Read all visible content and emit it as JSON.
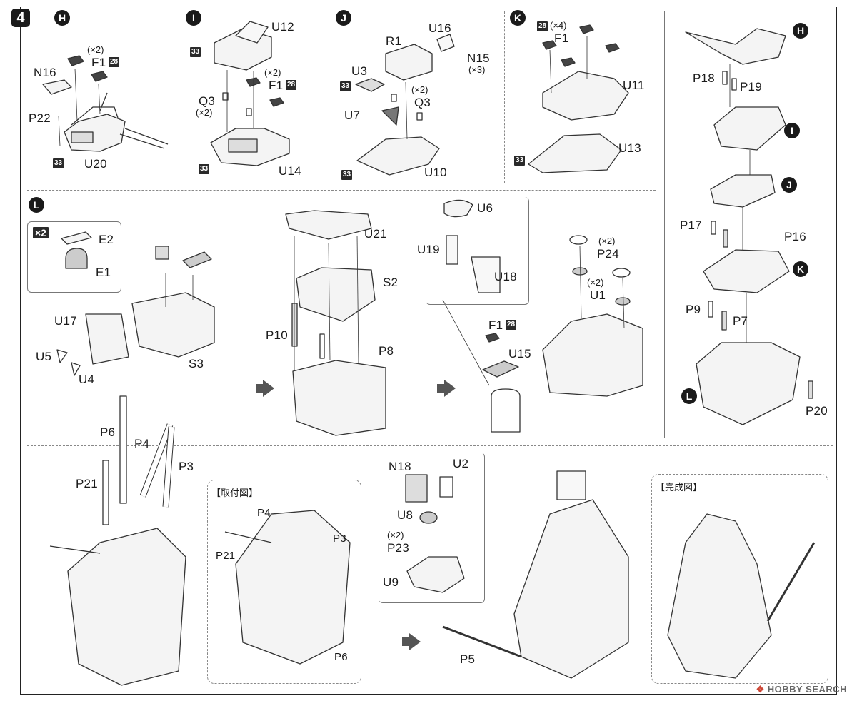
{
  "step_number": "4",
  "sections": {
    "H": {
      "marker": "H",
      "labels": {
        "n16": "N16",
        "f1": "F1",
        "f1_qty": "(×2)",
        "f1_badge": "28",
        "p22": "P22",
        "u20": "U20",
        "b33": "33"
      }
    },
    "I": {
      "marker": "I",
      "labels": {
        "u12": "U12",
        "q3": "Q3",
        "q3_qty": "(×2)",
        "f1": "F1",
        "f1_qty": "(×2)",
        "f1_badge": "28",
        "u14": "U14",
        "b33a": "33",
        "b33b": "33"
      }
    },
    "J": {
      "marker": "J",
      "labels": {
        "r1": "R1",
        "u16": "U16",
        "n15": "N15",
        "n15_qty": "(×3)",
        "u3": "U3",
        "q3": "Q3",
        "q3_qty": "(×2)",
        "u7": "U7",
        "u10": "U10",
        "b33a": "33",
        "b33b": "33"
      }
    },
    "K": {
      "marker": "K",
      "labels": {
        "k_badge": "28",
        "f1_qty": "(×4)",
        "f1": "F1",
        "u11": "U11",
        "u13": "U13",
        "b33": "33"
      }
    },
    "L": {
      "marker": "L",
      "x2": "×2",
      "labels": {
        "e2": "E2",
        "e1": "E1",
        "u17": "U17",
        "u5": "U5",
        "u4": "U4",
        "s3": "S3"
      }
    },
    "L_mast": {
      "labels": {
        "u21": "U21",
        "s2": "S2",
        "p10": "P10",
        "p8": "P8"
      }
    },
    "L_top": {
      "labels": {
        "u6": "U6",
        "u19": "U19",
        "u18": "U18",
        "f1": "F1",
        "f1_badge": "28",
        "u15": "U15",
        "p24": "P24",
        "p24_qty": "(×2)",
        "u1": "U1",
        "u1_qty": "(×2)"
      }
    },
    "right_column": {
      "labels": {
        "h": "H",
        "p18": "P18",
        "p19": "P19",
        "i": "I",
        "j": "J",
        "p17": "P17",
        "p16": "P16",
        "k": "K",
        "p9": "P9",
        "p7": "P7",
        "l": "L",
        "p20": "P20"
      }
    },
    "bottom_left": {
      "labels": {
        "p6": "P6",
        "p4": "P4",
        "p3": "P3",
        "p21": "P21"
      }
    },
    "mount_view": {
      "title": "【取付図】",
      "labels": {
        "p4": "P4",
        "p3": "P3",
        "p21": "P21",
        "p6": "P6"
      }
    },
    "bottom_mid": {
      "labels": {
        "n18": "N18",
        "u2": "U2",
        "u8": "U8",
        "p23": "P23",
        "p23_qty": "(×2)",
        "u9": "U9",
        "p5": "P5"
      }
    },
    "complete_view": {
      "title": "【完成図】"
    },
    "watermark": {
      "logo": "❖",
      "text": "HOBBY SEARCH"
    }
  }
}
